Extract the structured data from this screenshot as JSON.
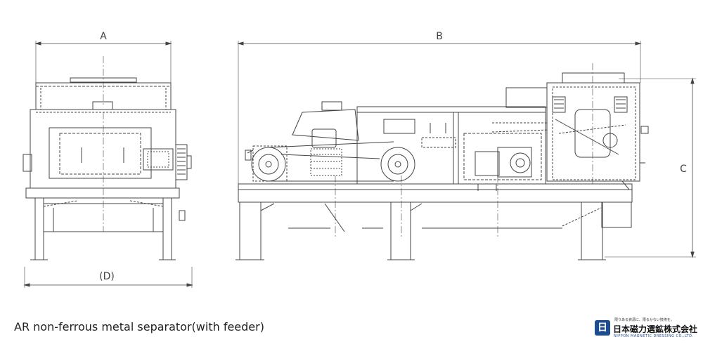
{
  "caption": "AR non-ferrous metal separator(with feeder)",
  "dimensions": {
    "a": "A",
    "b": "B",
    "c": "C",
    "d": "(D)"
  },
  "logo": {
    "mark": "日",
    "tagline": "限りある資源に、限るかない技術を。",
    "name_ja": "日本磁力選鉱株式会社",
    "name_en": "NIPPON MAGNETIC DRESSING CO.,LTD."
  },
  "colors": {
    "line": "#444444",
    "logo_blue": "#1d4c8f"
  }
}
